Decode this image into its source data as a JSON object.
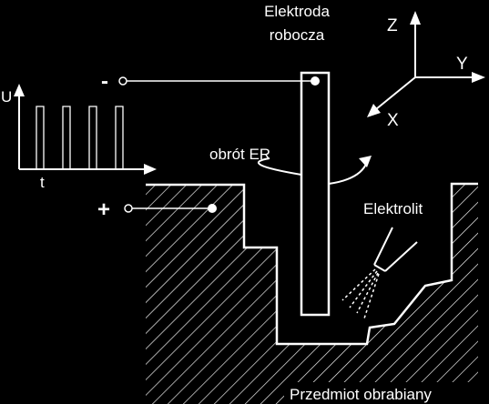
{
  "labels": {
    "electrode": [
      "Elektroda",
      "robocza"
    ],
    "rotation": "obrót ER",
    "electrolyte": "Elektrolit",
    "workpiece": "Przedmiot obrabiany"
  },
  "axes": {
    "z": "Z",
    "y": "Y",
    "x": "X"
  },
  "signal": {
    "y_label": "U",
    "x_label": "t",
    "pulses": 4
  },
  "terminals": {
    "negative": "-",
    "positive": "+"
  },
  "colors": {
    "background": "#000000",
    "foreground": "#ffffff"
  }
}
